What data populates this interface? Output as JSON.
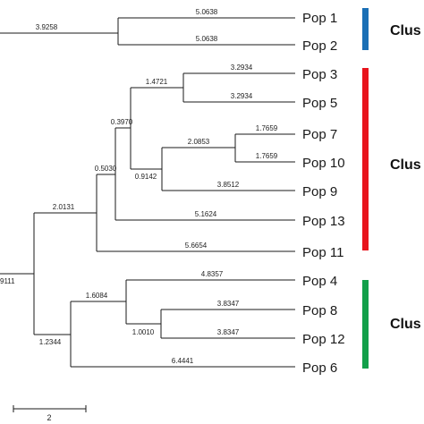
{
  "tree": {
    "leaves": [
      "Pop 1",
      "Pop 2",
      "Pop 3",
      "Pop 5",
      "Pop 7",
      "Pop 10",
      "Pop 9",
      "Pop 13",
      "Pop 11",
      "Pop 4",
      "Pop 8",
      "Pop 12",
      "Pop 6"
    ],
    "branch_labels": {
      "pop1": "5.0638",
      "pop2": "5.0638",
      "c1_stem": "3.9258",
      "pop3": "3.2934",
      "pop5": "3.2934",
      "n35_stem": "1.4721",
      "pop7": "1.7659",
      "pop10": "1.7659",
      "n710_stem": "2.0853",
      "pop9": "3.8512",
      "n7109_stem": "0.9142",
      "n_35_7109_stem": "0.3970",
      "pop13": "5.1624",
      "n_with13_stem": "0.5030",
      "pop11": "5.6654",
      "c2_stem": "2.0131",
      "pop4": "4.8357",
      "pop8": "3.8347",
      "pop12": "3.8347",
      "n812_stem": "1.0010",
      "n4812_stem": "1.6084",
      "pop6": "6.4441",
      "c3_stem": "1.2344",
      "root_left": "9111"
    }
  },
  "clusters": [
    {
      "label": "Clus",
      "color": "#1a6fb5"
    },
    {
      "label": "Clus",
      "color": "#e8141c"
    },
    {
      "label": "Clus",
      "color": "#12a04a"
    }
  ],
  "scale_bar": {
    "label": "2"
  }
}
